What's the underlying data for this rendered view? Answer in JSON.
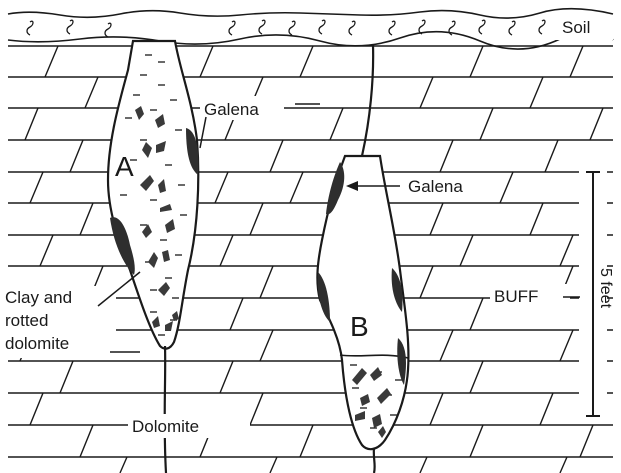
{
  "labels": {
    "soil": "Soil",
    "galena_a": "Galena",
    "galena_b": "Galena",
    "clay_line1": "Clay and",
    "clay_line2": "rotted",
    "clay_line3": "dolomite",
    "buff": "BUFF",
    "dolomite": "Dolomite",
    "pocket_a": "A",
    "pocket_b": "B",
    "scale": "5 feet"
  },
  "colors": {
    "ink": "#1a1a1a",
    "background": "#ffffff",
    "galena": "#3a3a3a"
  }
}
